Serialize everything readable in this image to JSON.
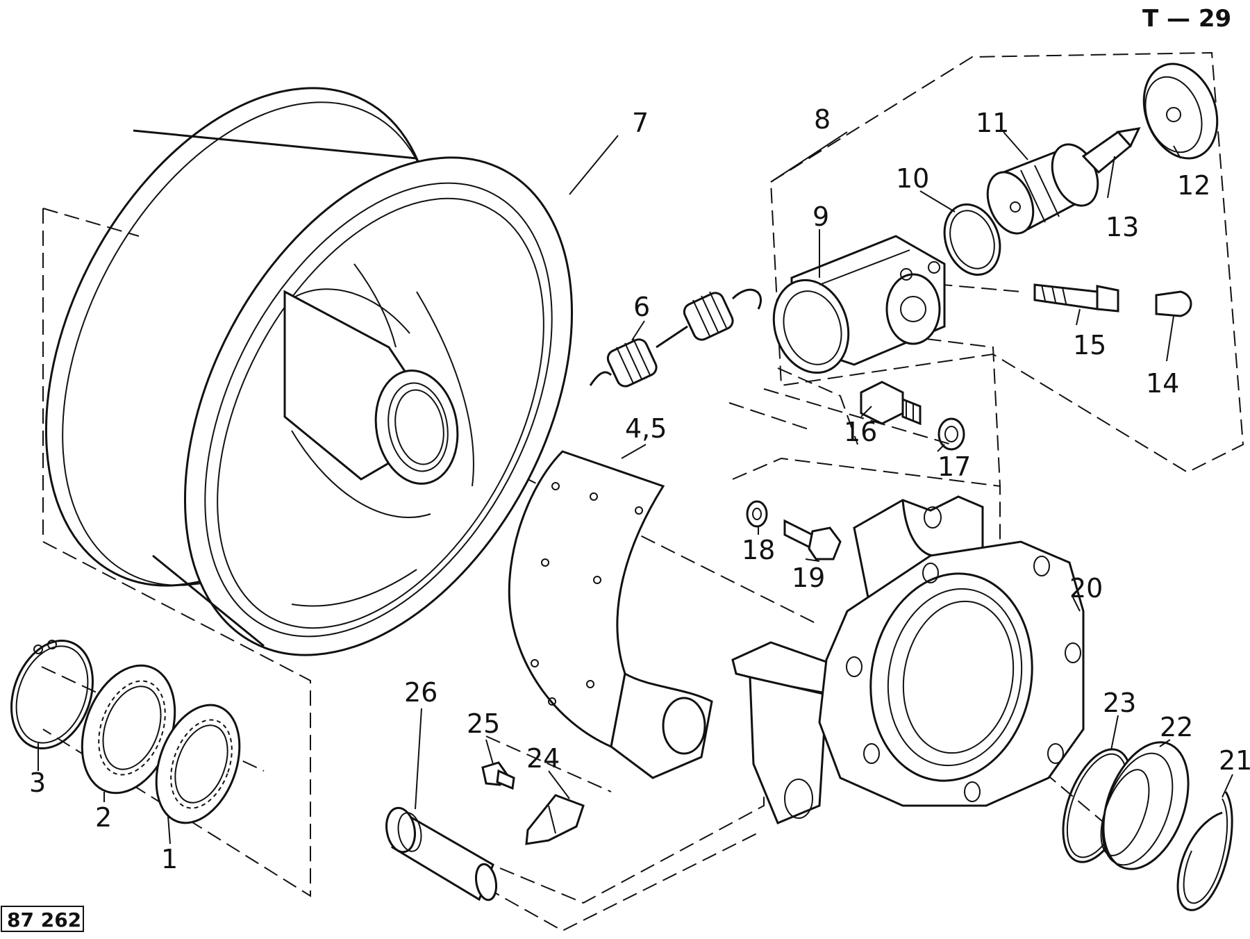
{
  "sheet": {
    "code": "T — 29",
    "drawing_no": "87 262"
  },
  "labels": [
    "7",
    "8",
    "9",
    "10",
    "11",
    "12",
    "13",
    "14",
    "15",
    "6",
    "16",
    "17",
    "4,5",
    "18",
    "19",
    "20",
    "23",
    "22",
    "21",
    "26",
    "25",
    "24",
    "3",
    "2",
    "1"
  ]
}
